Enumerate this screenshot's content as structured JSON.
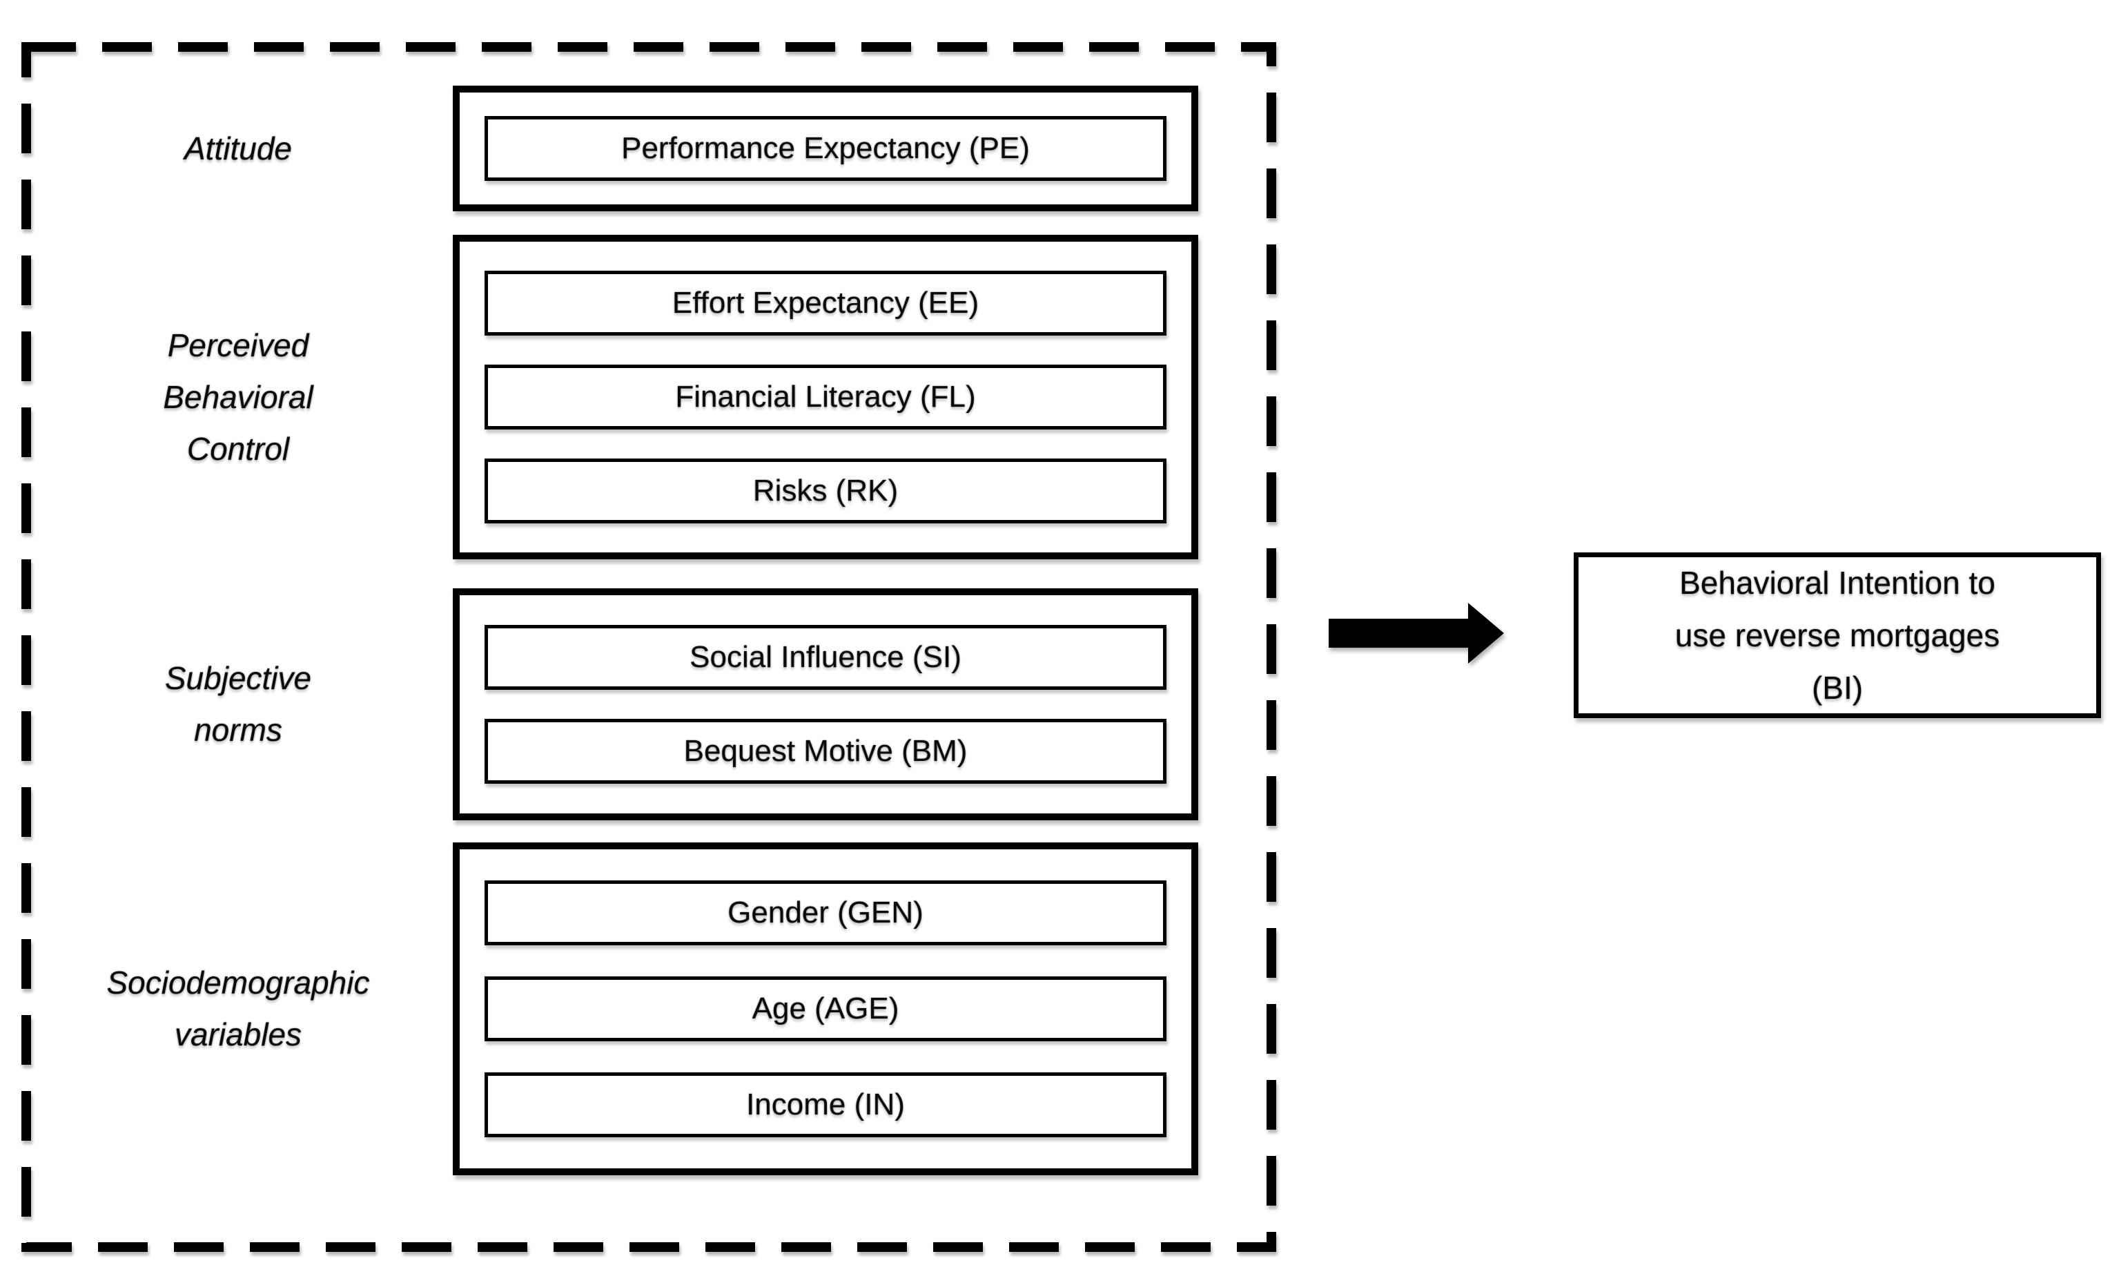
{
  "diagram": {
    "colors": {
      "line": "#000000",
      "background": "#ffffff",
      "text": "#0a0a0a"
    },
    "groups": [
      {
        "label": "Attitude",
        "items": [
          "Performance Expectancy (PE)"
        ]
      },
      {
        "label": "Perceived Behavioral Control",
        "items": [
          "Effort Expectancy (EE)",
          "Financial Literacy (FL)",
          "Risks (RK)"
        ]
      },
      {
        "label": "Subjective norms",
        "items": [
          "Social Influence (SI)",
          "Bequest Motive (BM)"
        ]
      },
      {
        "label": "Sociodemographic variables",
        "items": [
          "Gender (GEN)",
          "Age (AGE)",
          "Income (IN)"
        ]
      }
    ],
    "arrow_icon": "right-arrow",
    "outcome": {
      "lines": [
        "Behavioral Intention to",
        "use reverse mortgages",
        "(BI)"
      ]
    }
  }
}
